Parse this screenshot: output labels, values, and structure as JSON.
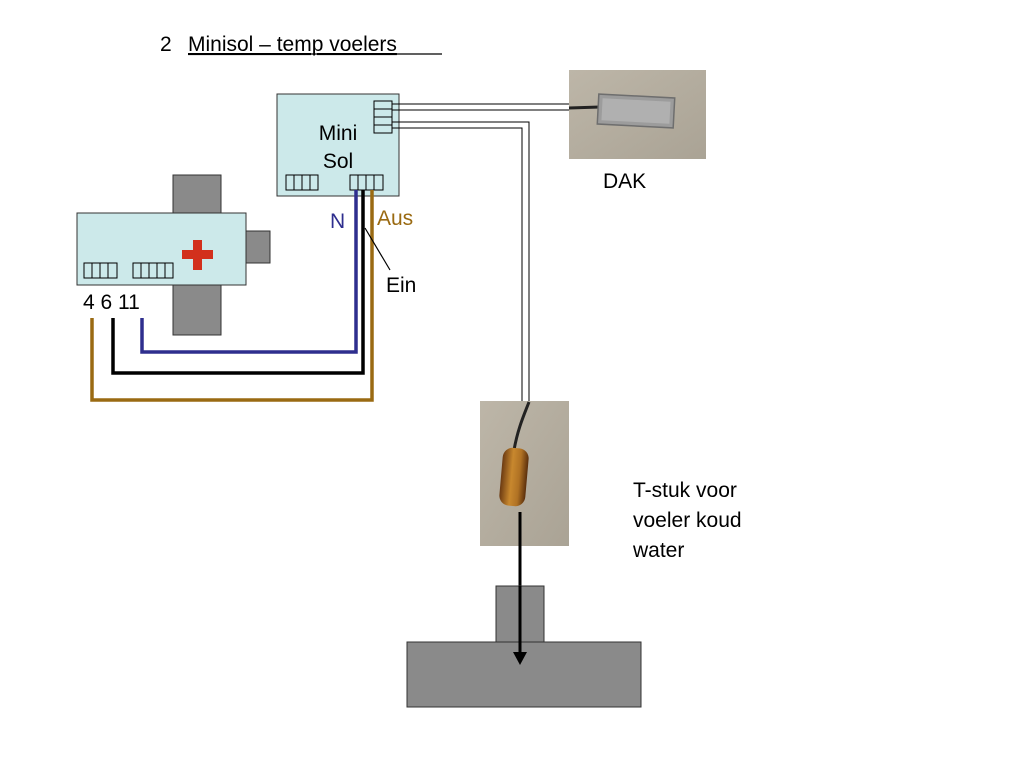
{
  "slide": {
    "number": "2",
    "title": "Minisol – temp voelers"
  },
  "minisol": {
    "line1": "Mini",
    "line2": "Sol"
  },
  "labels": {
    "n": "N",
    "aus": "Aus",
    "ein": "Ein",
    "dak": "DAK",
    "terminals": "4 6 11",
    "tstuk_line1": "T-stuk voor",
    "tstuk_line2": "voeler koud",
    "tstuk_line3": "water"
  },
  "colors": {
    "box_fill": "#cce9ea",
    "gray_part": "#8a8a8a",
    "wire_blue": "#2e2e8e",
    "wire_brown": "#9a6a12",
    "wire_black": "#000000",
    "plus_red": "#d2301c",
    "n_label": "#2e2e8e",
    "aus_label": "#9a6a12"
  }
}
